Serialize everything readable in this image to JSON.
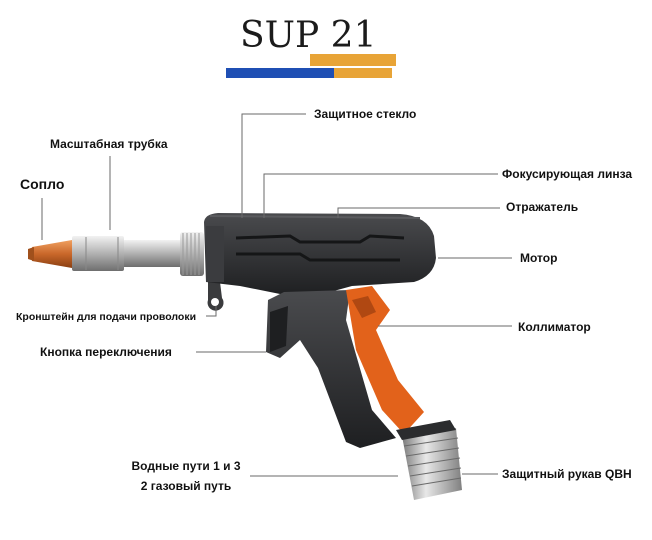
{
  "logo": {
    "text": "SUP 21",
    "colors": {
      "blue": "#1f4fb4",
      "orange": "#e8a437"
    }
  },
  "labels": {
    "protective_glass": "Защитное стекло",
    "scale_tube": "Масштабная трубка",
    "nozzle": "Сопло",
    "focusing_lens": "Фокусирующая линза",
    "reflector": "Отражатель",
    "motor": "Мотор",
    "wire_bracket": "Кронштейн для подачи проволоки",
    "collimator": "Коллиматор",
    "switch_button": "Кнопка переключения",
    "water_paths_line1": "Водные пути 1 и 3",
    "water_paths_line2": "2 газовый путь",
    "qbh_sleeve": "Защитный рукав QBH"
  },
  "colors": {
    "body_dark": "#2b2c2e",
    "accent_orange": "#e2621b",
    "nozzle_copper": "#c9672a",
    "leader_line": "#6a6a6a"
  }
}
